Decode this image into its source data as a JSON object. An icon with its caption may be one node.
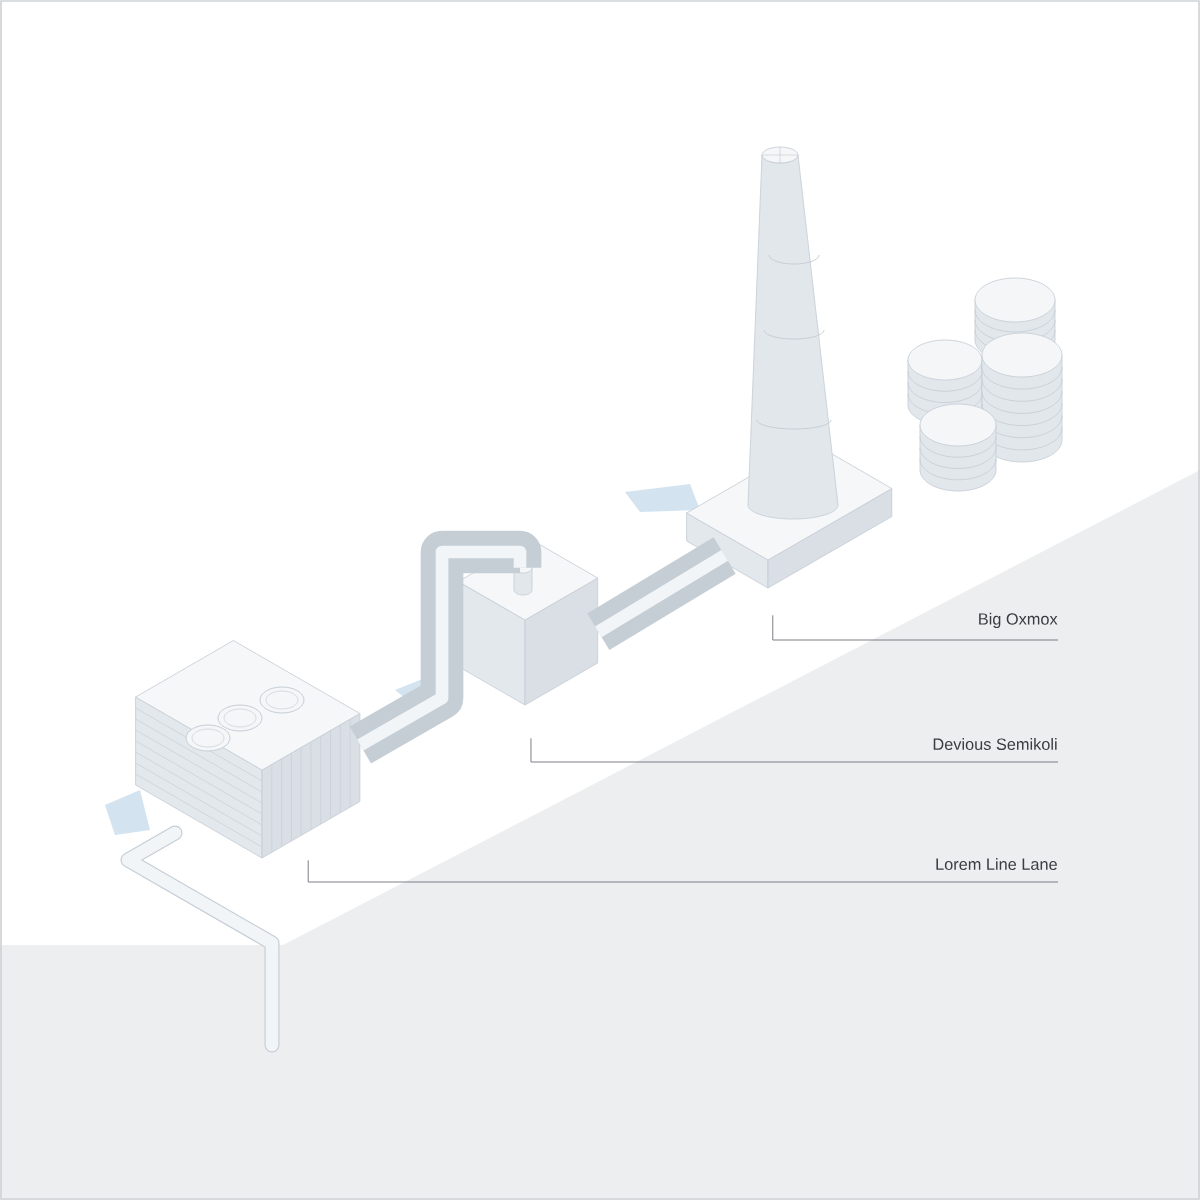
{
  "diagram": {
    "nodes": [
      {
        "text": [
          "Big Oxmox"
        ]
      },
      {
        "text": [
          "Devious Semikoli"
        ]
      },
      {
        "text": [
          "Lorem Line Lane"
        ]
      },
      {
        "text": [],
        "shape": "picture"
      },
      {
        "text": [],
        "shape": "picture"
      },
      {
        "text": [],
        "shape": "picture"
      }
    ],
    "edges": [
      {
        "from": 0,
        "to": 5,
        "arrow": "none"
      },
      {
        "from": 1,
        "to": 4,
        "arrow": "none"
      },
      {
        "from": 2,
        "to": 3,
        "arrow": "none"
      },
      {
        "from": 3,
        "to": 4,
        "arrow": "none",
        "style": "thick",
        "color": "#c5cdd5"
      },
      {
        "from": 4,
        "to": 5,
        "arrow": "none",
        "style": "thick",
        "color": "#c5cdd5"
      }
    ]
  }
}
